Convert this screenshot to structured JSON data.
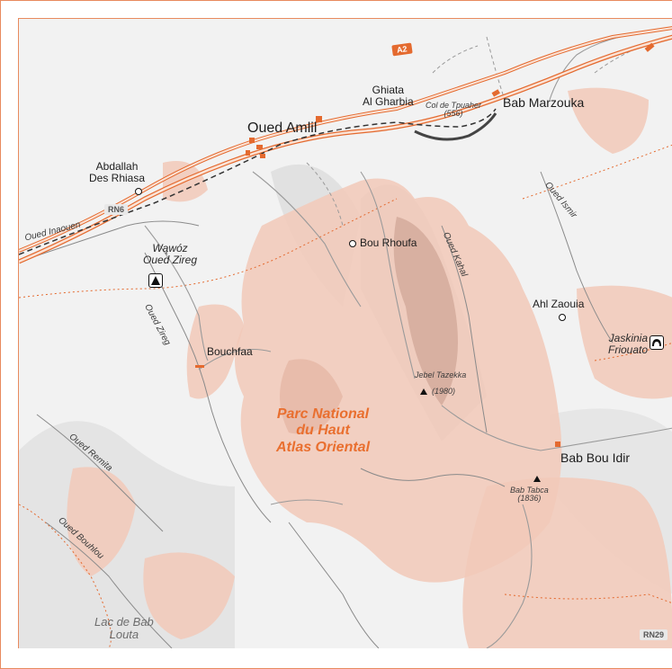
{
  "map": {
    "park": {
      "line1": "Parc National",
      "line2": "du Haut",
      "line3": "Atlas Oriental"
    },
    "places": {
      "abdallah_line1": "Abdallah",
      "abdallah_line2": "Des Rhiasa",
      "oued_amlil": "Oued Amlil",
      "ghiata_line1": "Ghiata",
      "ghiata_line2": "Al Gharbia",
      "bab_marzouka": "Bab Marzouka",
      "bou_rhoufa": "Bou Rhoufa",
      "ahl_zaouia": "Ahl Zaouia",
      "bouchfaa": "Bouchfaa",
      "bab_bou_idir": "Bab Bou Idir"
    },
    "features": {
      "col_name": "Col de Tpuaher",
      "col_height": "(556)",
      "wawoz_line1": "Wąwóz",
      "wawoz_line2": "Oued Zireg",
      "jaskinia_line1": "Jaskinia",
      "jaskinia_line2": "Friouato",
      "jebel_name": "Jebel Tazekka",
      "jebel_height": "(1980)",
      "bab_tabca_name": "Bab Tabca",
      "bab_tabca_height": "(1836)",
      "lake_line1": "Lac de Bab",
      "lake_line2": "Louta"
    },
    "rivers": {
      "inaouen": "Oued Inaouen",
      "zireg": "Oued Zireg",
      "kahal": "Oued Kahal",
      "ismir": "Oued Ismir",
      "remita": "Oued Remita",
      "bouhlou": "Oued Bouhlou"
    },
    "roads": {
      "a2": "A2",
      "rn6": "RN6",
      "rn29": "RN29"
    },
    "colors": {
      "park_fill": "#f2c9b8",
      "road_orange": "#e46a2f",
      "frame": "#e88a5e",
      "terrain_shadow": "#c9c9c9"
    }
  }
}
